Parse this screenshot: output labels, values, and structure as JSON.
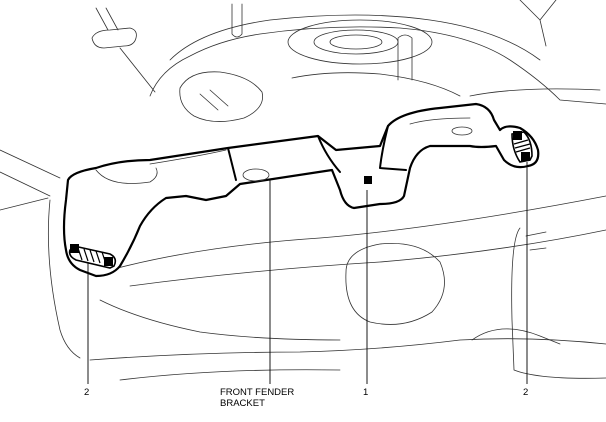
{
  "callouts": {
    "fastener_left": "2",
    "bracket_line1": "FRONT FENDER",
    "bracket_line2": "BRACKET",
    "part_1": "1",
    "fastener_right": "2"
  }
}
